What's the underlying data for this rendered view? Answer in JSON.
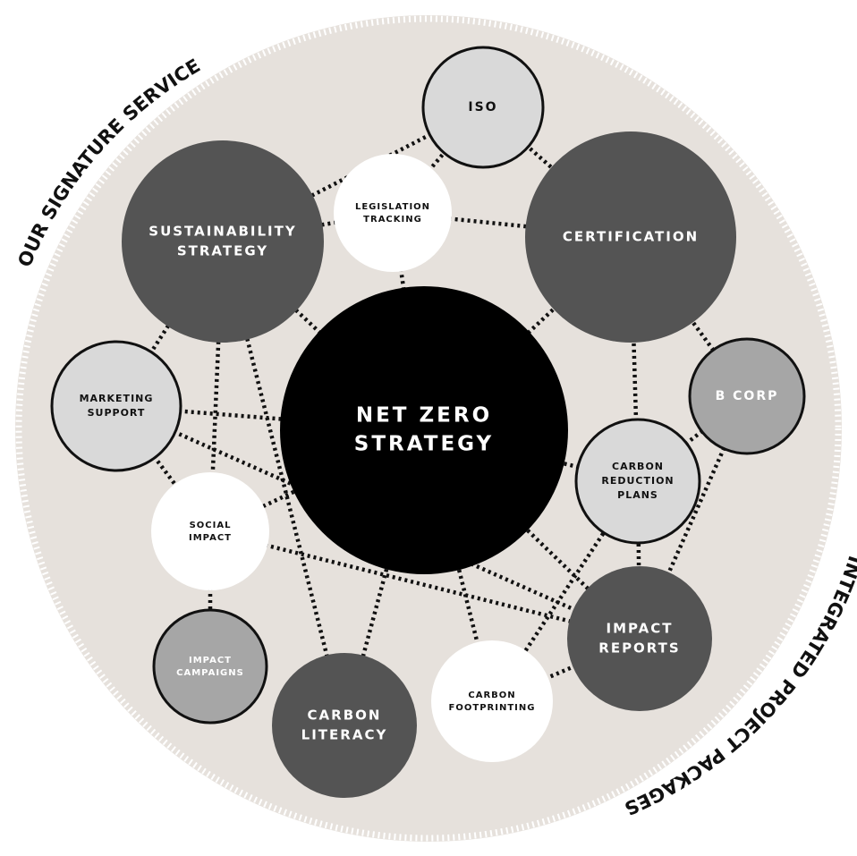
{
  "colors": {
    "backdrop": "#e6e1dc",
    "backdrop_edge": "#ffffff",
    "dark": "#545454",
    "black": "#000000",
    "light_grey": "#d9d9d9",
    "mid_grey": "#a6a6a6",
    "white": "#ffffff",
    "ink": "#111111"
  },
  "arc_labels": {
    "top_left": "OUR SIGNATURE SERVICE",
    "bottom_right": "INTEGRATED PROJECT PACKAGES"
  },
  "nodes": [
    {
      "id": "net-zero",
      "lines": [
        "NET ZERO",
        "STRATEGY"
      ],
      "style": "black"
    },
    {
      "id": "sustainability",
      "lines": [
        "SUSTAINABILITY",
        "STRATEGY"
      ],
      "style": "dark"
    },
    {
      "id": "certification",
      "lines": [
        "CERTIFICATION"
      ],
      "style": "dark"
    },
    {
      "id": "iso",
      "lines": [
        "ISO"
      ],
      "style": "light"
    },
    {
      "id": "legislation",
      "lines": [
        "LEGISLATION",
        "TRACKING"
      ],
      "style": "white"
    },
    {
      "id": "marketing",
      "lines": [
        "MARKETING",
        "SUPPORT"
      ],
      "style": "light"
    },
    {
      "id": "bcorp",
      "lines": [
        "B CORP"
      ],
      "style": "mid"
    },
    {
      "id": "carbon-reduction",
      "lines": [
        "CARBON",
        "REDUCTION",
        "PLANS"
      ],
      "style": "light"
    },
    {
      "id": "social-impact",
      "lines": [
        "SOCIAL",
        "IMPACT"
      ],
      "style": "white"
    },
    {
      "id": "impact-reports",
      "lines": [
        "IMPACT",
        "REPORTS"
      ],
      "style": "dark"
    },
    {
      "id": "impact-campaigns",
      "lines": [
        "IMPACT",
        "CAMPAIGNS"
      ],
      "style": "mid"
    },
    {
      "id": "carbon-literacy",
      "lines": [
        "CARBON",
        "LITERACY"
      ],
      "style": "dark"
    },
    {
      "id": "carbon-footprinting",
      "lines": [
        "CARBON",
        "FOOTPRINTING"
      ],
      "style": "white"
    }
  ],
  "links": [
    [
      "sustainability",
      "iso"
    ],
    [
      "sustainability",
      "legislation"
    ],
    [
      "sustainability",
      "net-zero"
    ],
    [
      "sustainability",
      "marketing"
    ],
    [
      "sustainability",
      "social-impact"
    ],
    [
      "sustainability",
      "carbon-literacy"
    ],
    [
      "iso",
      "legislation"
    ],
    [
      "iso",
      "certification"
    ],
    [
      "legislation",
      "certification"
    ],
    [
      "legislation",
      "net-zero"
    ],
    [
      "certification",
      "net-zero"
    ],
    [
      "certification",
      "bcorp"
    ],
    [
      "certification",
      "carbon-reduction"
    ],
    [
      "marketing",
      "net-zero"
    ],
    [
      "marketing",
      "social-impact"
    ],
    [
      "marketing",
      "impact-reports"
    ],
    [
      "net-zero",
      "carbon-reduction"
    ],
    [
      "net-zero",
      "social-impact"
    ],
    [
      "net-zero",
      "impact-reports"
    ],
    [
      "net-zero",
      "carbon-literacy"
    ],
    [
      "net-zero",
      "carbon-footprinting"
    ],
    [
      "bcorp",
      "carbon-reduction"
    ],
    [
      "bcorp",
      "impact-reports"
    ],
    [
      "carbon-reduction",
      "impact-reports"
    ],
    [
      "carbon-reduction",
      "carbon-footprinting"
    ],
    [
      "social-impact",
      "impact-campaigns"
    ],
    [
      "social-impact",
      "impact-reports"
    ],
    [
      "impact-reports",
      "carbon-footprinting"
    ]
  ]
}
